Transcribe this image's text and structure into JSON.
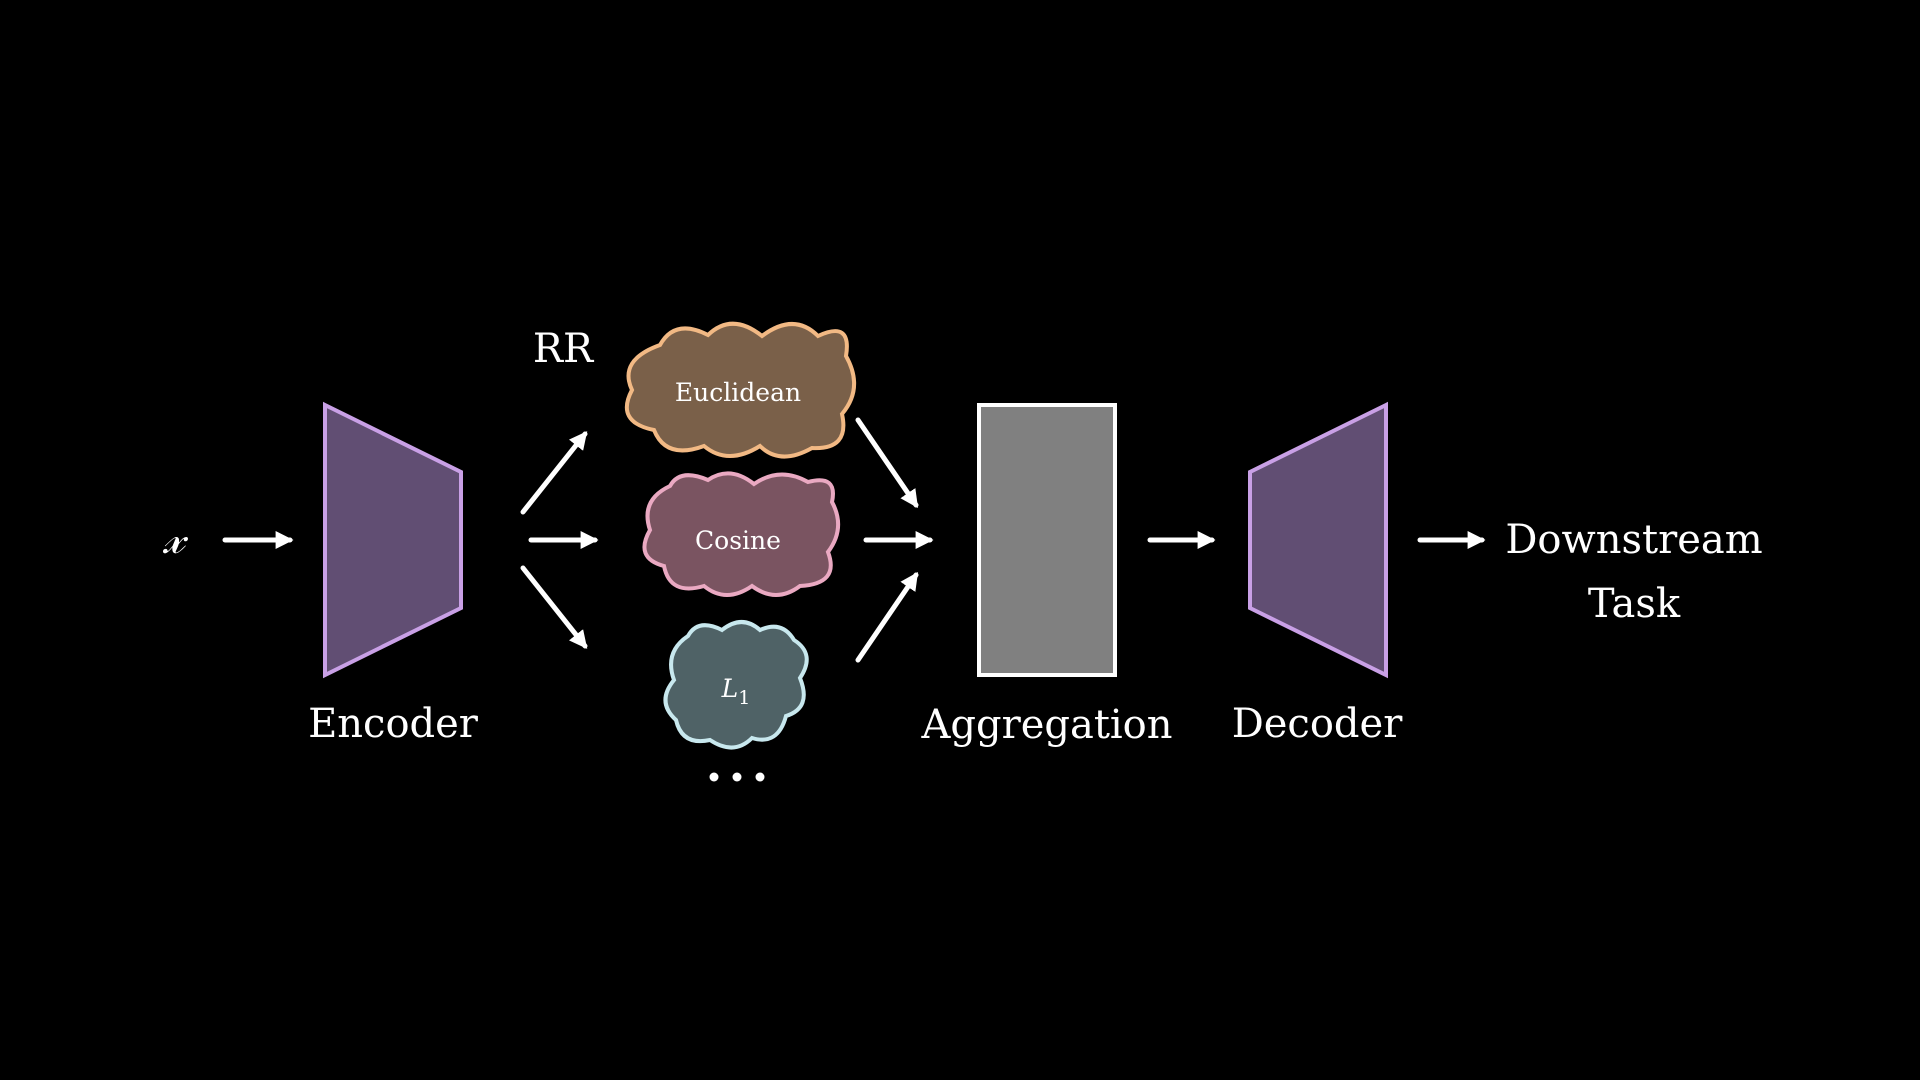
{
  "input": {
    "symbol": "𝓍"
  },
  "encoder": {
    "label": "Encoder",
    "fill": "#614e73",
    "stroke": "#c9a0e6"
  },
  "rr": {
    "label": "RR"
  },
  "clouds": [
    {
      "name": "euclidean",
      "label": "Euclidean",
      "fill": "#7a6049",
      "stroke": "#f2b984"
    },
    {
      "name": "cosine",
      "label": "Cosine",
      "fill": "#7a5461",
      "stroke": "#eaa9c2"
    },
    {
      "name": "l1",
      "label": "L",
      "subscript": "1",
      "fill": "#4f6266",
      "stroke": "#c8e8ee"
    }
  ],
  "more_indicator": "...",
  "aggregation": {
    "label": "Aggregation",
    "fill": "#808080",
    "stroke": "#ffffff"
  },
  "decoder": {
    "label": "Decoder",
    "fill": "#614e73",
    "stroke": "#c9a0e6"
  },
  "output": {
    "line1": "Downstream",
    "line2": "Task"
  },
  "colors": {
    "background": "#000000",
    "arrow": "#ffffff",
    "text": "#ffffff"
  }
}
